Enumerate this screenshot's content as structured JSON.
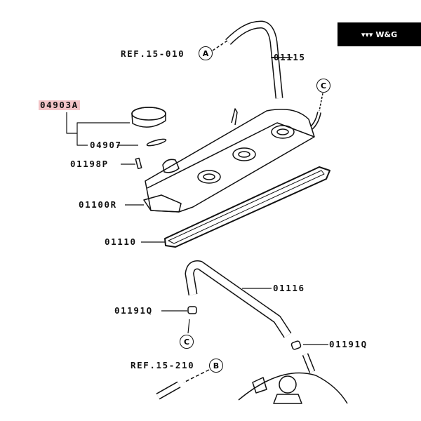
{
  "badge": {
    "logo": "▾▾▾",
    "text": "W&G"
  },
  "refs": [
    {
      "text": "REF.15-010",
      "marker": "A"
    },
    {
      "text": "REF.15-210",
      "marker": "B"
    }
  ],
  "connectors": {
    "c_top": "C",
    "c_bottom": "C"
  },
  "parts": {
    "p04903A": "04903A",
    "p04907": "04907",
    "p01198P": "01198P",
    "p01100R": "01100R",
    "p01110": "01110",
    "p01115": "01115",
    "p01116": "01116",
    "p01191Q_left": "01191Q",
    "p01191Q_right": "01191Q"
  },
  "colors": {
    "highlight": "#f3c4c7",
    "badge_bg": "#000000"
  }
}
